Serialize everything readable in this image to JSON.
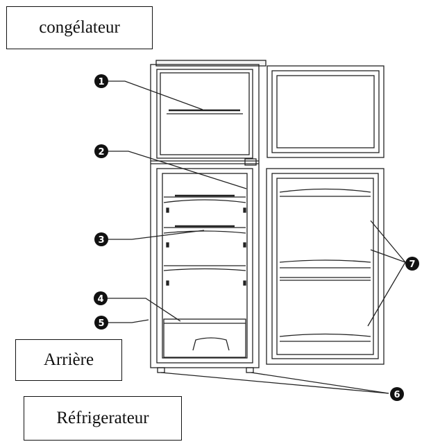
{
  "labels": {
    "freezer": "congélateur",
    "back": "Arrière",
    "fridge": "Réfrigerateur"
  },
  "callouts": [
    "1",
    "2",
    "3",
    "4",
    "5",
    "6",
    "7"
  ],
  "colors": {
    "line": "#222222",
    "marker": "#111111",
    "marker_text": "#ffffff"
  }
}
